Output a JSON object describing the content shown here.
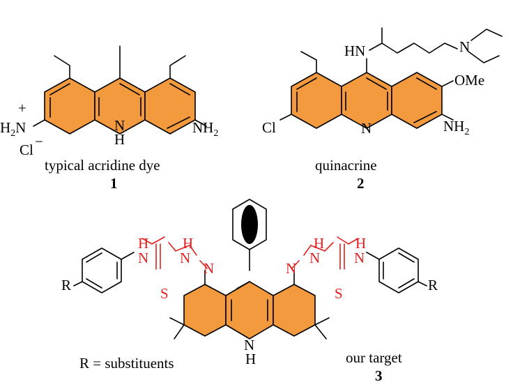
{
  "colors": {
    "ring_fill": "#f39a3f",
    "highlight": "#e0201f",
    "ink": "#000000",
    "background": "#ffffff"
  },
  "compound1": {
    "caption": "typical acridine dye",
    "number": "1",
    "labels": {
      "iminium_h2n": "H",
      "iminium_sub2": "2",
      "iminium_n": "N",
      "plus": "+",
      "ring_n": "N",
      "ring_h": "H",
      "amine_nh": "NH",
      "amine_sub2": "2",
      "counterion": "Cl",
      "minus": "−"
    }
  },
  "compound2": {
    "caption": "quinacrine",
    "number": "2",
    "labels": {
      "hn": "HN",
      "n_diethyl": "N",
      "ome": "OMe",
      "cl": "Cl",
      "ring_n": "N",
      "amine_nh": "NH",
      "amine_sub2": "2"
    }
  },
  "compound3": {
    "caption_substituents": "R = substituents",
    "caption_target": "our target",
    "number": "3",
    "labels": {
      "r_left": "R",
      "r_right": "R",
      "h": "H",
      "n": "N",
      "s": "S",
      "ring_n": "N",
      "ring_h": "H"
    }
  }
}
